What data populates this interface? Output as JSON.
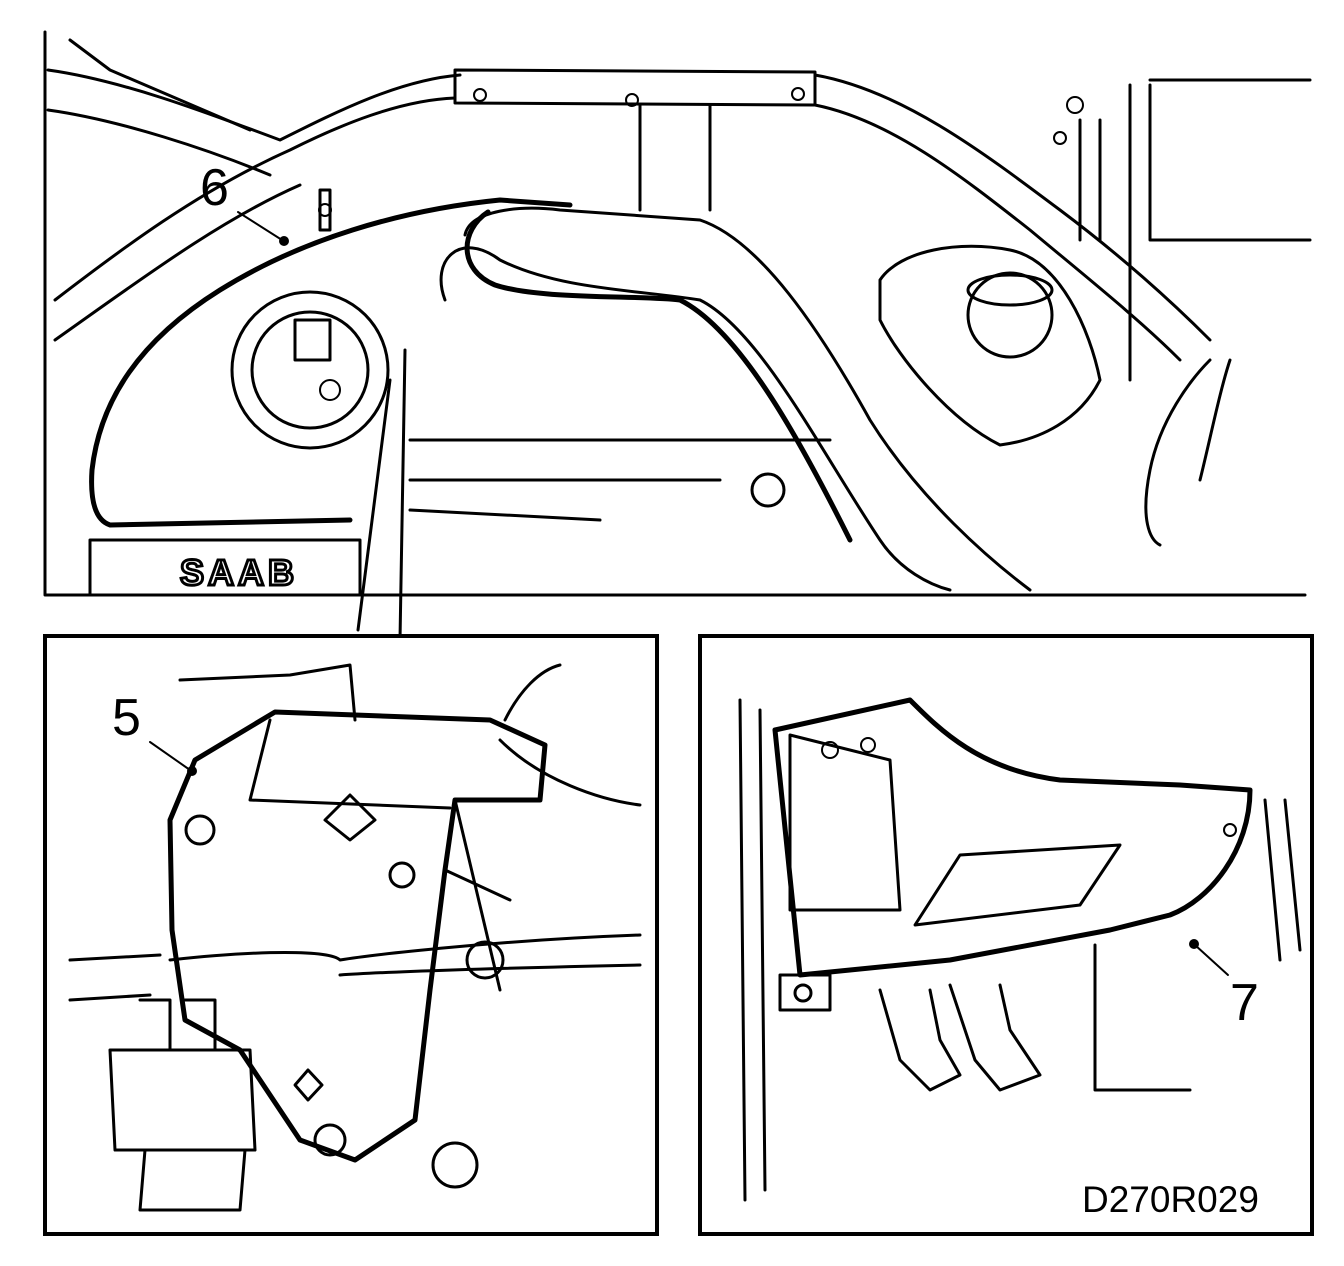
{
  "figure": {
    "code": "D270R029",
    "brand_text": "SAAB",
    "callouts": {
      "six": "6",
      "five": "5",
      "seven": "7"
    }
  }
}
